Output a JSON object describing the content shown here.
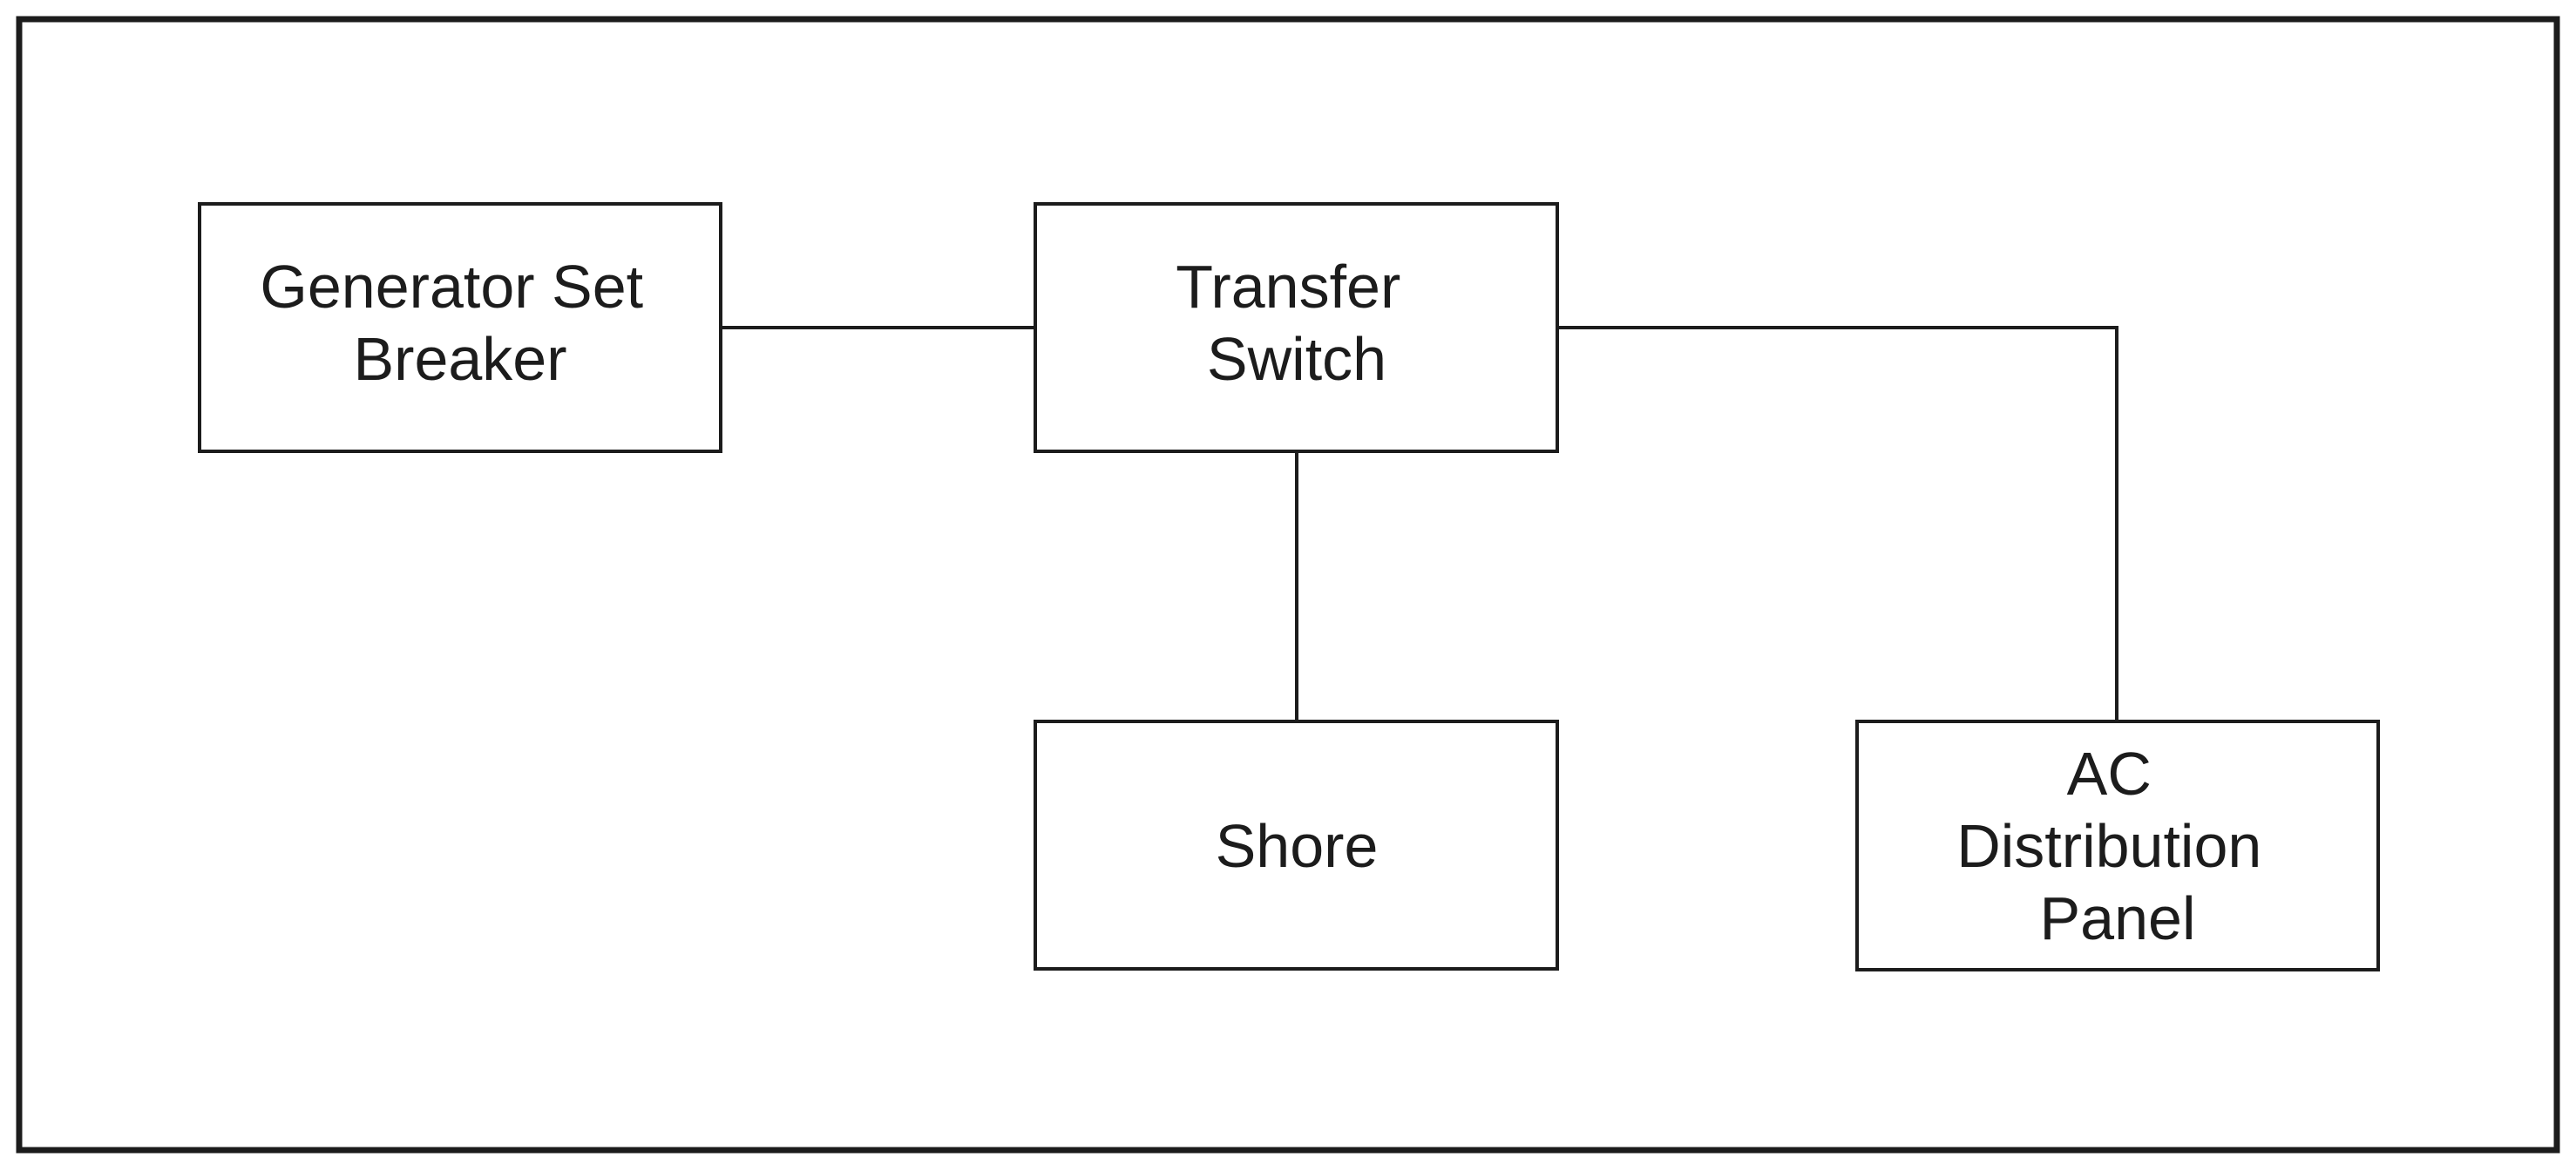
{
  "diagram": {
    "nodes": {
      "generator": {
        "lines": [
          "Generator Set",
          "Breaker"
        ]
      },
      "transfer": {
        "lines": [
          "Transfer",
          "Switch"
        ]
      },
      "shore": {
        "lines": [
          "Shore"
        ]
      },
      "ac_panel": {
        "lines": [
          "AC",
          "Distribution",
          "Panel"
        ]
      }
    },
    "connections": [
      {
        "from": "generator",
        "to": "transfer"
      },
      {
        "from": "transfer",
        "to": "shore"
      },
      {
        "from": "transfer",
        "to": "ac_panel"
      }
    ]
  }
}
